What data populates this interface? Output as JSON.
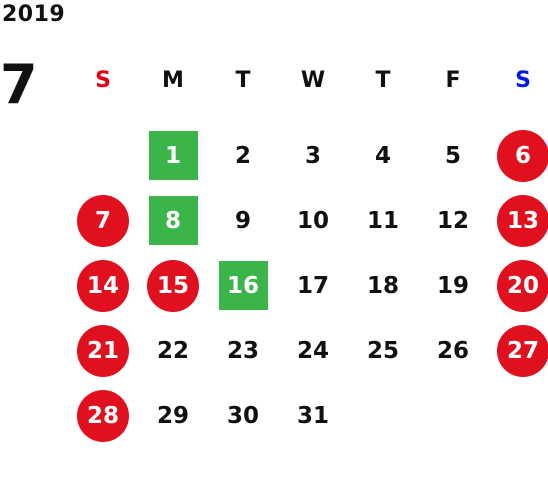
{
  "calendar": {
    "year": "2019",
    "month": "7",
    "weekdays": [
      "S",
      "M",
      "T",
      "W",
      "T",
      "F",
      "S"
    ],
    "weekday_colors": [
      "#e60012",
      "#111111",
      "#111111",
      "#111111",
      "#111111",
      "#111111",
      "#0019e6"
    ],
    "colors": {
      "holiday": "#e0101f",
      "special": "#3bb54a"
    },
    "weeks": [
      [
        null,
        {
          "day": "1",
          "mark": "special"
        },
        {
          "day": "2"
        },
        {
          "day": "3"
        },
        {
          "day": "4"
        },
        {
          "day": "5"
        },
        {
          "day": "6",
          "mark": "holiday"
        }
      ],
      [
        {
          "day": "7",
          "mark": "holiday"
        },
        {
          "day": "8",
          "mark": "special"
        },
        {
          "day": "9"
        },
        {
          "day": "10"
        },
        {
          "day": "11"
        },
        {
          "day": "12"
        },
        {
          "day": "13",
          "mark": "holiday"
        }
      ],
      [
        {
          "day": "14",
          "mark": "holiday"
        },
        {
          "day": "15",
          "mark": "holiday"
        },
        {
          "day": "16",
          "mark": "special"
        },
        {
          "day": "17"
        },
        {
          "day": "18"
        },
        {
          "day": "19"
        },
        {
          "day": "20",
          "mark": "holiday"
        }
      ],
      [
        {
          "day": "21",
          "mark": "holiday"
        },
        {
          "day": "22"
        },
        {
          "day": "23"
        },
        {
          "day": "24"
        },
        {
          "day": "25"
        },
        {
          "day": "26"
        },
        {
          "day": "27",
          "mark": "holiday"
        }
      ],
      [
        {
          "day": "28",
          "mark": "holiday"
        },
        {
          "day": "29"
        },
        {
          "day": "30"
        },
        {
          "day": "31"
        },
        null,
        null,
        null
      ]
    ]
  }
}
